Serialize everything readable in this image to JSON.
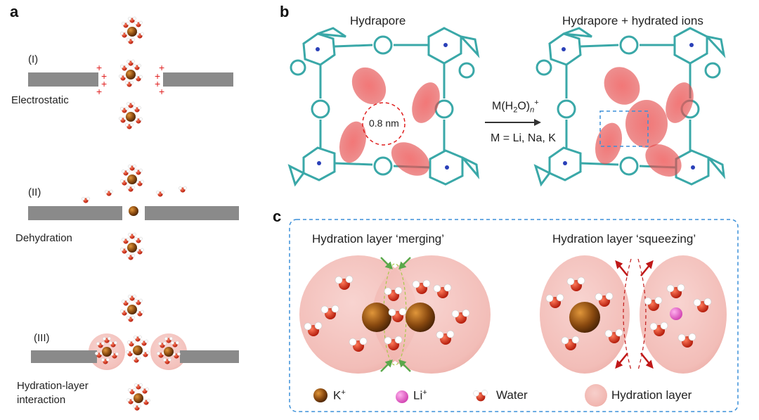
{
  "panel_labels": {
    "a": "a",
    "b": "b",
    "c": "c"
  },
  "panel_a": {
    "stages": [
      {
        "roman": "(I)",
        "label": "Electrostatic"
      },
      {
        "roman": "(II)",
        "label": "Dehydration"
      },
      {
        "roman": "(III)",
        "label": "Hydration-layer\ninteraction",
        "label_line1": "Hydration-layer",
        "label_line2": "interaction"
      }
    ],
    "charge_symbol": "+"
  },
  "panel_b": {
    "left_title": "Hydrapore",
    "right_title": "Hydrapore + hydrated ions",
    "pore_size": "0.8 nm",
    "arrow_top_main": "M(H",
    "arrow_top_sub2": "2",
    "arrow_top_mid": "O)",
    "arrow_top_subn": "n",
    "arrow_top_sup": "+",
    "arrow_bottom": "M = Li, Na, K"
  },
  "panel_c": {
    "merging_title": "Hydration layer ‘merging’",
    "squeezing_title": "Hydration layer ‘squeezing’",
    "legend": [
      {
        "label": "K",
        "sup": "+"
      },
      {
        "label": "Li",
        "sup": "+"
      },
      {
        "label": "Water",
        "sup": ""
      },
      {
        "label": "Hydration layer",
        "sup": ""
      }
    ]
  },
  "colors": {
    "k_ion": "#8a4a10",
    "li_ion": "#e060c0",
    "water_o": "#d42a1a",
    "hydration": "#f3b8b4",
    "membrane": "#8a8a8a",
    "dashed_box": "#3a8fd8",
    "green_arrow": "#5aa84a",
    "red_arrow": "#c01818",
    "framework": "#3aa8a8"
  }
}
